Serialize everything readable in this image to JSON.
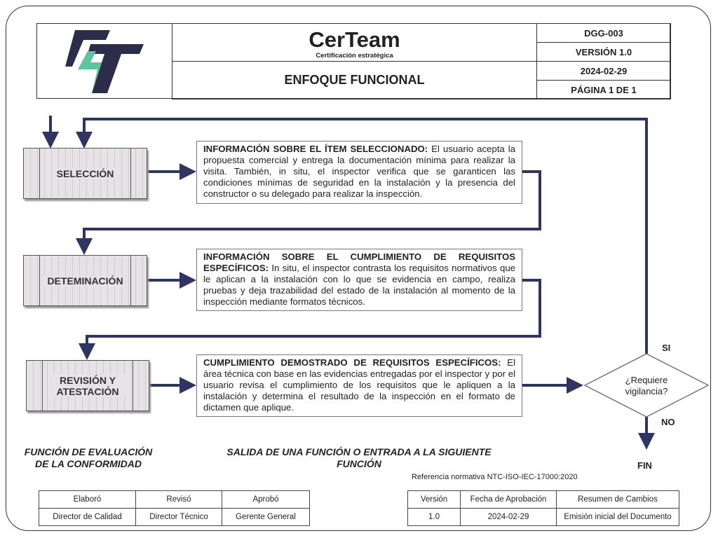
{
  "header": {
    "company": "CerTeam",
    "tagline": "Certificación estratégica",
    "title": "ENFOQUE FUNCIONAL",
    "code": "DGG-003",
    "version": "VERSIÓN 1.0",
    "date": "2024-02-29",
    "page": "PÁGINA 1 DE 1",
    "logo_text": "CT",
    "logo_colors": {
      "dark": "#2b2d4a",
      "green": "#5cc59b"
    }
  },
  "colors": {
    "arrow": "#2e3561"
  },
  "steps": [
    {
      "label": "SELECCIÓN",
      "title": "INFORMACIÓN SOBRE EL ÍTEM SELECCIONADO:",
      "body": " El usuario acepta la propuesta comercial y entrega la documentación mínima para realizar la visita. También, in situ, el inspector verifica que se garanticen las condiciones mínimas de seguridad en la instalación y la presencia del constructor o su delegado para realizar la inspección."
    },
    {
      "label": "DETEMINACIÓN",
      "title": "INFORMACIÓN SOBRE EL CUMPLIMIENTO DE REQUISITOS ESPECÍFICOS:",
      "body": " In situ, el inspector contrasta los requisitos normativos que le aplican a la instalación con lo que se evidencia en campo, realiza pruebas y deja trazabilidad del estado de la instalación al momento de la inspección mediante formatos técnicos."
    },
    {
      "label": "REVISIÓN Y ATESTACIÓN",
      "title": "CUMPLIMIENTO DEMOSTRADO DE REQUISITOS ESPECÍFICOS:",
      "body": " El área técnica con base en las evidencias entregadas por el inspector y por el usuario revisa el cumplimiento de los requisitos que le apliquen a la instalación y determina el resultado de la inspección en el formato de dictamen que aplique."
    }
  ],
  "decision": {
    "question": "¿Requiere vigilancia?",
    "yes": "SI",
    "no": "NO",
    "end": "FIN"
  },
  "captions": {
    "left": "FUNCIÓN DE EVALUACIÓN DE LA CONFORMIDAD",
    "middle": "SALIDA DE UNA FUNCIÓN O ENTRADA A LA SIGUIENTE FUNCIÓN",
    "reference": "Referencia normativa NTC-ISO-IEC-17000:2020"
  },
  "approvals": {
    "headers": [
      "Elaboró",
      "Revisó",
      "Aprobó"
    ],
    "values": [
      "Director de Calidad",
      "Director Técnico",
      "Gerente General"
    ]
  },
  "changes": {
    "headers": [
      "Versión",
      "Fecha de Aprobación",
      "Resumen de Cambios"
    ],
    "values": [
      "1.0",
      "2024-02-29",
      "Emisión inicial del Documento"
    ]
  }
}
